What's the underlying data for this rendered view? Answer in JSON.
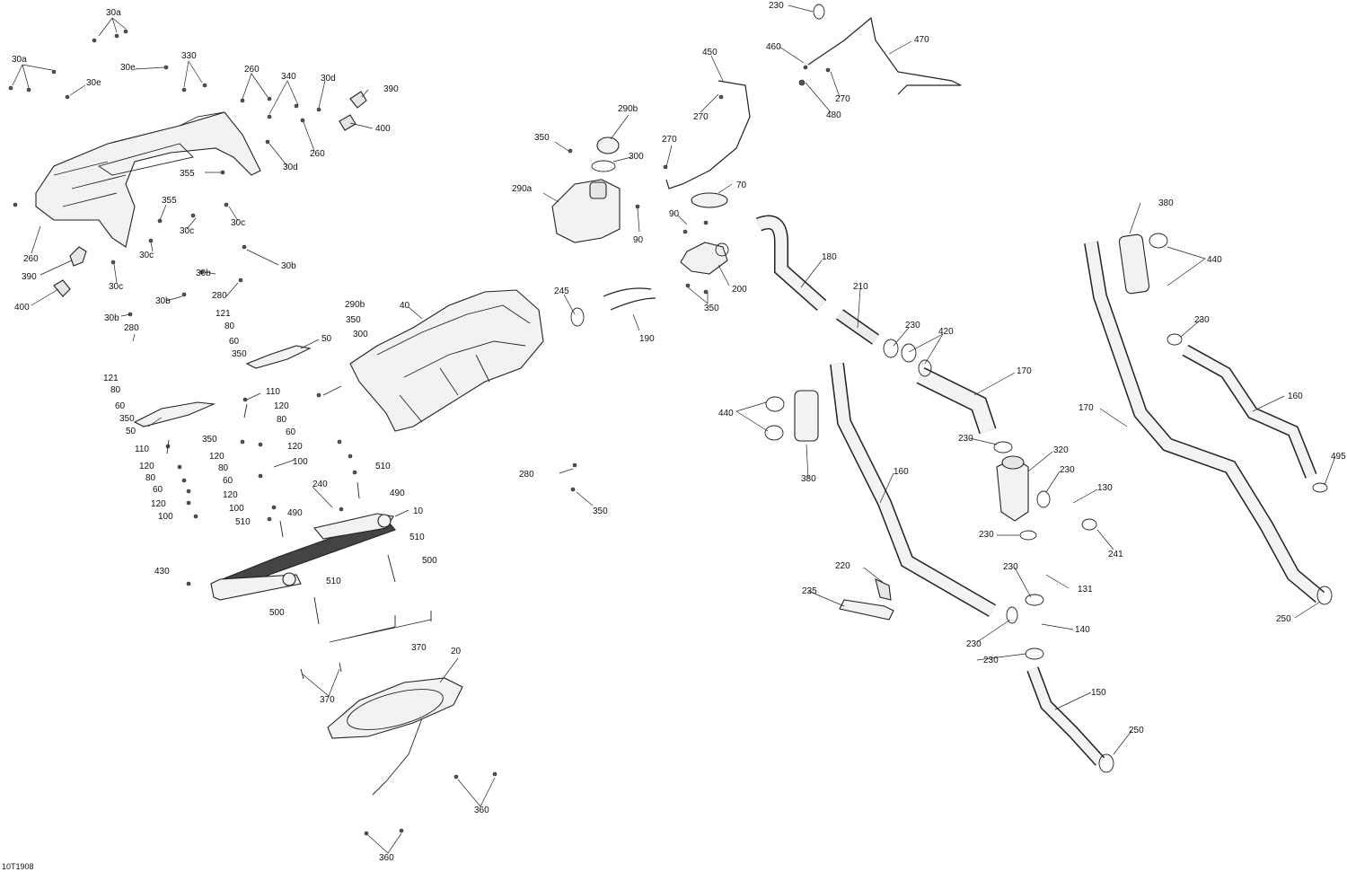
{
  "doc_code": "10T1908",
  "callouts": [
    "30a",
    "30a",
    "30e",
    "30e",
    "330",
    "260",
    "340",
    "30d",
    "390",
    "400",
    "30d",
    "260",
    "355",
    "260",
    "390",
    "400",
    "355",
    "30c",
    "30c",
    "30c",
    "30b",
    "30c",
    "30b",
    "30b",
    "280",
    "121",
    "80",
    "60",
    "350",
    "50",
    "30b",
    "280",
    "121",
    "80",
    "60",
    "350",
    "50",
    "110",
    "120",
    "80",
    "60",
    "120",
    "100",
    "350",
    "120",
    "80",
    "60",
    "120",
    "100",
    "510",
    "490",
    "40",
    "240",
    "110",
    "120",
    "80",
    "60",
    "120",
    "100",
    "510",
    "490",
    "10",
    "510",
    "500",
    "510",
    "430",
    "500",
    "370",
    "370",
    "20",
    "360",
    "360",
    "290b",
    "350",
    "300",
    "290a",
    "270",
    "90",
    "450",
    "270",
    "70",
    "90",
    "200",
    "350",
    "245",
    "190",
    "280",
    "350",
    "230",
    "460",
    "270",
    "480",
    "470",
    "180",
    "210",
    "230",
    "420",
    "170",
    "440",
    "380",
    "160",
    "230",
    "320",
    "230",
    "130",
    "241",
    "230",
    "230",
    "131",
    "220",
    "235",
    "230",
    "140",
    "230",
    "150",
    "250",
    "380",
    "440",
    "230",
    "160",
    "170",
    "495",
    "250"
  ]
}
